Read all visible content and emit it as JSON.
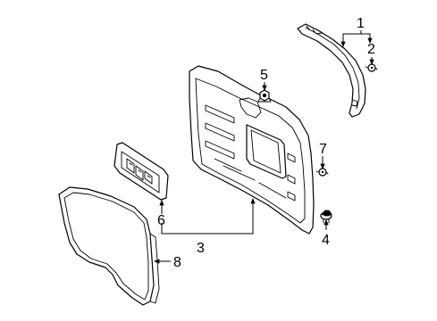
{
  "diagram": {
    "callouts": [
      {
        "id": "1",
        "text": "1"
      },
      {
        "id": "2",
        "text": "2"
      },
      {
        "id": "3",
        "text": "3"
      },
      {
        "id": "4",
        "text": "4"
      },
      {
        "id": "5",
        "text": "5"
      },
      {
        "id": "6",
        "text": "6"
      },
      {
        "id": "7",
        "text": "7"
      },
      {
        "id": "8",
        "text": "8"
      }
    ],
    "parts": [
      {
        "ref": "1",
        "icon": "pillar-trim-icon"
      },
      {
        "ref": "2",
        "icon": "clip-icon"
      },
      {
        "ref": "3",
        "icon": "door-trim-panel-icon"
      },
      {
        "ref": "4",
        "icon": "retainer-icon"
      },
      {
        "ref": "5",
        "icon": "nut-icon"
      },
      {
        "ref": "6",
        "icon": "bezel-icon"
      },
      {
        "ref": "7",
        "icon": "clip-icon"
      },
      {
        "ref": "8",
        "icon": "cover-panel-icon"
      }
    ],
    "colors": {
      "line": "#000000",
      "background": "#ffffff"
    }
  }
}
